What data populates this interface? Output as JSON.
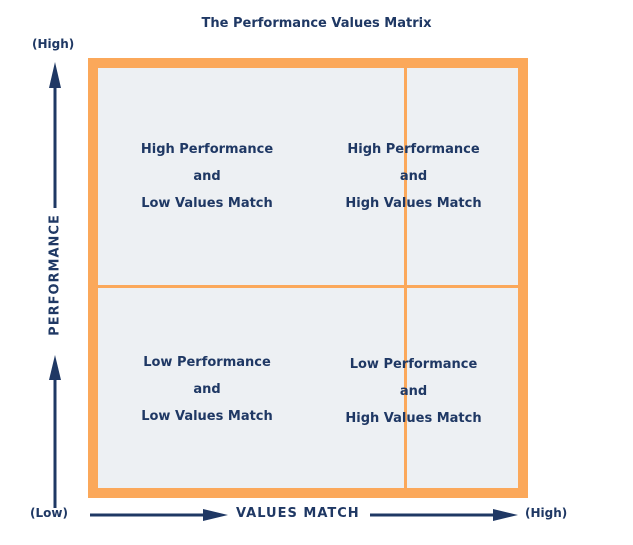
{
  "title": "The Performance Values Matrix",
  "y_axis": {
    "label": "PERFORMANCE",
    "high": "(High)"
  },
  "x_axis": {
    "label": "VALUES MATCH",
    "low": "(Low)",
    "high": "(High)"
  },
  "quadrants": {
    "top_left": [
      "High Performance",
      "and",
      "Low Values Match"
    ],
    "top_right": [
      "High Performance",
      "and",
      "High Values Match"
    ],
    "bottom_left": [
      "Low Performance",
      "and",
      "Low Values Match"
    ],
    "bottom_right": [
      "Low Performance",
      "and",
      "High Values Match"
    ]
  },
  "colors": {
    "navy": "#1f3864",
    "orange": "#fba85a",
    "fill": "#edf0f3"
  }
}
